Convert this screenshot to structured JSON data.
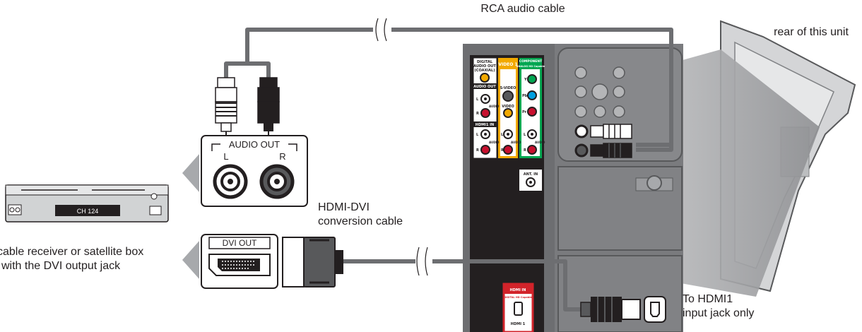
{
  "labels": {
    "rca_cable": "RCA audio cable",
    "rear_unit": "rear of this unit",
    "hdmi_dvi_line1": "HDMI-DVI",
    "hdmi_dvi_line2": "conversion cable",
    "box_line1": "cable receiver or satellite box",
    "box_line2": "with the DVI output jack",
    "hdmi1_line1": "To HDMI1",
    "hdmi1_line2": "input jack only",
    "audio_out": "AUDIO OUT",
    "audio_l": "L",
    "audio_r": "R",
    "dvi_out": "DVI OUT"
  },
  "panel": {
    "digital_audio_out": [
      "DIGITAL",
      "AUDIO OUT",
      "(COAXIAL)"
    ],
    "audio_out": "AUDIO OUT",
    "hdmi1_in": "HDMI1 IN",
    "video1": "VIDEO 1",
    "svideo": "S-VIDEO",
    "video": "VIDEO",
    "component": "COMPONENT",
    "component_sub": "ANALOG HD Capable",
    "y": "Y",
    "pb": "Pb",
    "pr": "Pr",
    "l": "L",
    "r": "R",
    "audio": "AUDIO",
    "ant_in": "ANT. IN",
    "hdmi_in": "HDMI IN",
    "hdmi_in_sub": "DIGITAL HD Capable",
    "hdmi_1": "HDMI 1"
  },
  "box_display": "CH 124",
  "colors": {
    "cable": "#6d6e71",
    "panel_black": "#231f20",
    "video_yellow": "#f2a900",
    "component_green": "#00a651",
    "red_jack": "#c8102e",
    "hdmi_red": "#d2232a",
    "unit_gray": "#a7a9ac"
  }
}
